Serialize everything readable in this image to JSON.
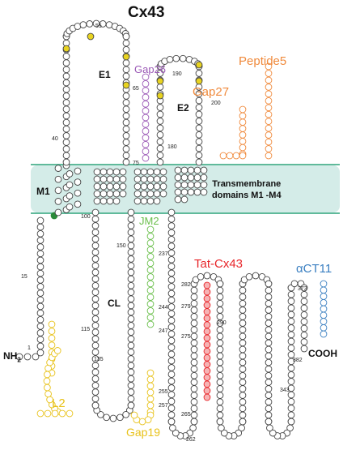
{
  "title": "Cx43",
  "colors": {
    "membrane_fill": "#d4ece8",
    "membrane_line": "#2ba37a",
    "residue": "#444444",
    "residue_fill": "#ffffff",
    "cysteine_fill": "#e8d321",
    "green_residue": "#2a8a3a",
    "gap26": "#9b59b6",
    "gap27": "#f08a3c",
    "peptide5": "#f08a3c",
    "tat": "#e8262a",
    "jm2": "#6abf4b",
    "act11": "#3a7fc1",
    "l2": "#e8c21a",
    "gap19": "#e8c21a"
  },
  "membrane": {
    "label": [
      "Transmembrane",
      "domains M1 -M4"
    ]
  },
  "domains": {
    "m1": "M1",
    "e1": "E1",
    "e2": "E2",
    "cl": "CL",
    "nh2": "NH",
    "nh2_sub": "2",
    "cooh": "COOH"
  },
  "peptides": {
    "gap26": "Gap26",
    "gap27": "Gap27",
    "peptide5": "Peptide5",
    "tat_cx43": "Tat-Cx43",
    "act11": "αCT11",
    "jm2": "JM2",
    "l2": "L2",
    "gap19": "Gap19"
  },
  "residue_numbers": [
    "1",
    "15",
    "40",
    "55",
    "65",
    "75",
    "100",
    "115",
    "135",
    "150",
    "180",
    "190",
    "200",
    "237",
    "244",
    "247",
    "255",
    "257",
    "262",
    "265",
    "275",
    "279",
    "282",
    "290",
    "343",
    "373",
    "382"
  ]
}
